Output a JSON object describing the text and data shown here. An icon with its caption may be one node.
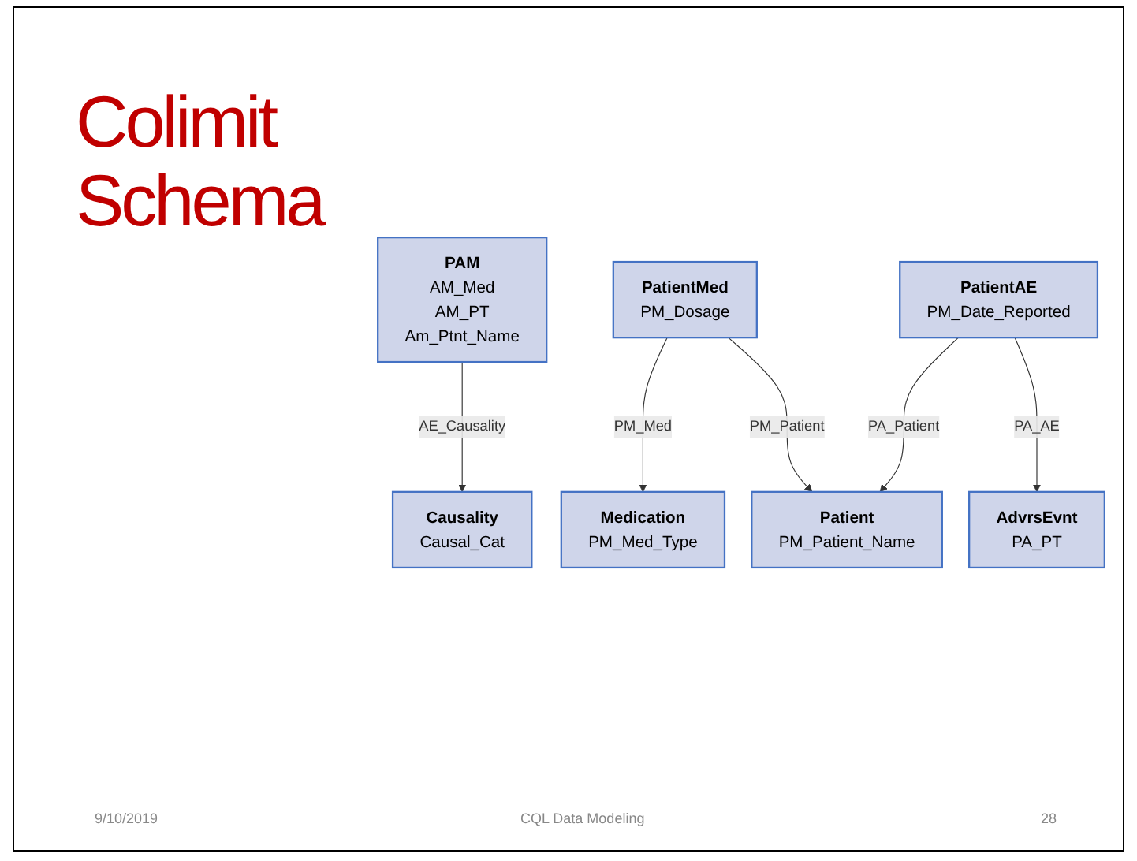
{
  "diagram": {
    "title": "Colimit Schema",
    "nodes": [
      {
        "text": [
          "PAM",
          "AM_Med",
          "AM_PT",
          "Am_Ptnt_Name"
        ]
      },
      {
        "text": [
          "PatientMed",
          "PM_Dosage"
        ]
      },
      {
        "text": [
          "Causality",
          "Causal_Cat"
        ]
      },
      {
        "text": [
          "PatientAE",
          "PM_Date_Reported"
        ]
      },
      {
        "text": [
          "Medication",
          "PM_Med_Type"
        ]
      },
      {
        "text": [
          "Patient",
          "PM_Patient_Name"
        ]
      },
      {
        "text": [
          "AdvrsEvnt",
          "PA_PT"
        ]
      }
    ],
    "edges": [
      {
        "from": 0,
        "to": 2,
        "arrow": "to",
        "label": "AE_Causality"
      },
      {
        "from": 1,
        "to": 4,
        "arrow": "to",
        "label": "PM_Med"
      },
      {
        "from": 1,
        "to": 5,
        "arrow": "to",
        "label": "PM_Patient"
      },
      {
        "from": 3,
        "to": 5,
        "arrow": "to",
        "label": "PA_Patient"
      },
      {
        "from": 3,
        "to": 6,
        "arrow": "to",
        "label": "PA_AE"
      }
    ],
    "labels": [
      "9/10/2019",
      "CQL Data Modeling",
      "28"
    ]
  }
}
